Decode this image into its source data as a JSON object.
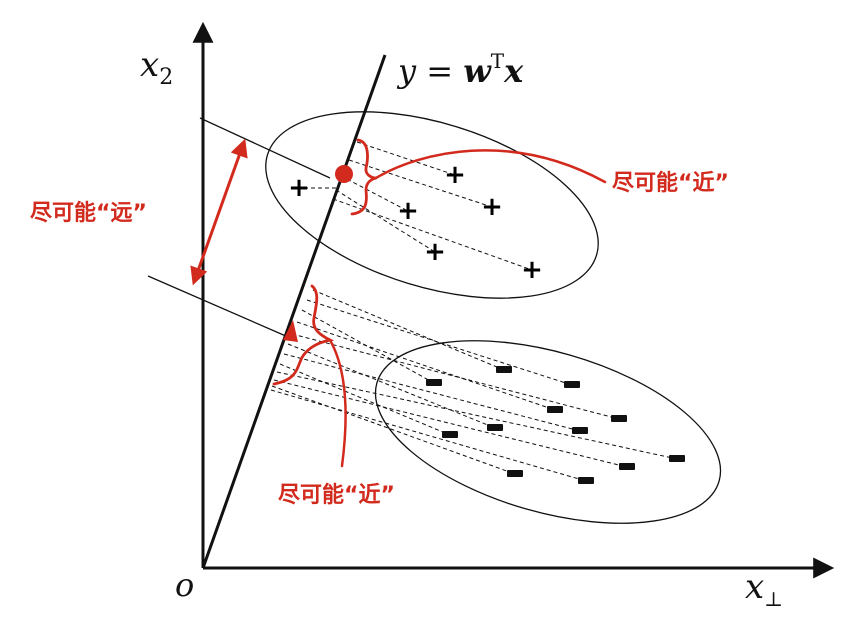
{
  "labels": {
    "x2": "x",
    "x2_sub": "2",
    "x1": "x",
    "x1_sub": "⊥",
    "origin": "o",
    "line_eq_y": "y",
    "line_eq_eq": " = ",
    "line_eq_w": "w",
    "line_eq_T": "T",
    "line_eq_x": "x",
    "far": "尽可能“远”",
    "near_top": "尽可能“近”",
    "near_bottom": "尽可能“近”"
  },
  "symbols": {
    "plus": "+",
    "minus": "−"
  },
  "colors": {
    "ink": "#111111",
    "annotation": "#d32a1e"
  }
}
